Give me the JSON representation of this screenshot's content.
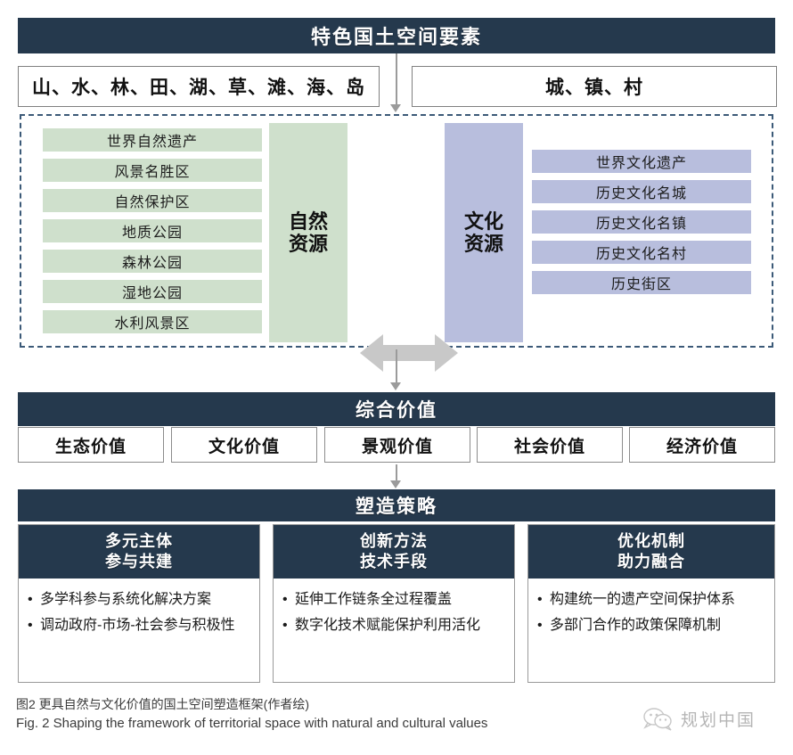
{
  "title": {
    "text": "特色国土空间要素"
  },
  "elements": {
    "natural": "山、水、林、田、湖、草、滩、海、岛",
    "urban": "城、镇、村"
  },
  "resources": {
    "natural": {
      "label": "自然\n资源",
      "label_line1": "自然",
      "label_line2": "资源",
      "color": "#cfe0cc",
      "items": [
        "世界自然遗产",
        "风景名胜区",
        "自然保护区",
        "地质公园",
        "森林公园",
        "湿地公园",
        "水利风景区"
      ]
    },
    "cultural": {
      "label_line1": "文化",
      "label_line2": "资源",
      "color": "#b8bedd",
      "items": [
        "世界文化遗产",
        "历史文化名城",
        "历史文化名镇",
        "历史文化名村",
        "历史街区"
      ]
    },
    "relation_icon": "double-headed-arrow"
  },
  "value": {
    "heading": "综合价值",
    "items": [
      "生态价值",
      "文化价值",
      "景观价值",
      "社会价值",
      "经济价值"
    ]
  },
  "strategy": {
    "heading": "塑造策略",
    "cards": [
      {
        "title_line1": "多元主体",
        "title_line2": "参与共建",
        "bullets": [
          "多学科参与系统化解决方案",
          "调动政府-市场-社会参与积极性"
        ]
      },
      {
        "title_line1": "创新方法",
        "title_line2": "技术手段",
        "bullets": [
          "延伸工作链条全过程覆盖",
          "数字化技术赋能保护利用活化"
        ]
      },
      {
        "title_line1": "优化机制",
        "title_line2": "助力融合",
        "bullets": [
          "构建统一的遗产空间保护体系",
          "多部门合作的政策保障机制"
        ]
      }
    ],
    "bullet_marker": "•"
  },
  "caption": {
    "cn": "图2  更具自然与文化价值的国土空间塑造框架(作者绘)",
    "en": "Fig. 2  Shaping the framework of territorial space with natural and cultural values"
  },
  "watermark": {
    "text": "规划中国",
    "icon": "wechat-icon"
  },
  "colors": {
    "navy": "#25394d",
    "green": "#cfe0cc",
    "purple": "#b8bedd",
    "arrow_gray": "#c8c8c8",
    "dash_border": "#3c5a78"
  }
}
